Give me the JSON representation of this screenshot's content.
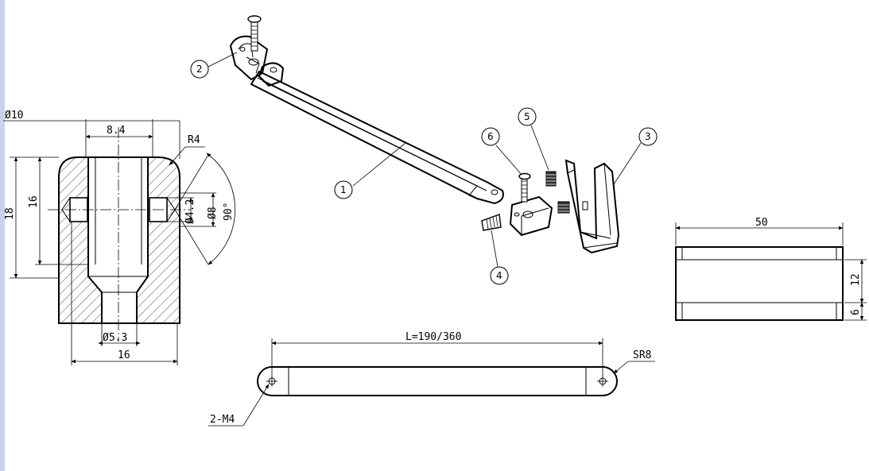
{
  "section_view": {
    "dims": {
      "dia_outer": "Ø10",
      "slot_width": "8.4",
      "radius": "R4",
      "height_total": "18",
      "height_slot": "16",
      "dia_hole": "Ø4.2",
      "dia_cbore": "Ø8",
      "angle": "90°",
      "dia_bottom": "Ø5.3",
      "width": "16"
    }
  },
  "exploded_view": {
    "balloons": [
      "1",
      "2",
      "3",
      "4",
      "5",
      "6"
    ]
  },
  "rod_view": {
    "length": "L=190/360",
    "sphere_radius": "SR8",
    "holes": "2-M4"
  },
  "block_view": {
    "width": "50",
    "height_upper": "12",
    "height_lower": "6"
  },
  "colors": {
    "line": "#000000",
    "background": "#ffffff",
    "sidebar": "#c9d3e6"
  }
}
